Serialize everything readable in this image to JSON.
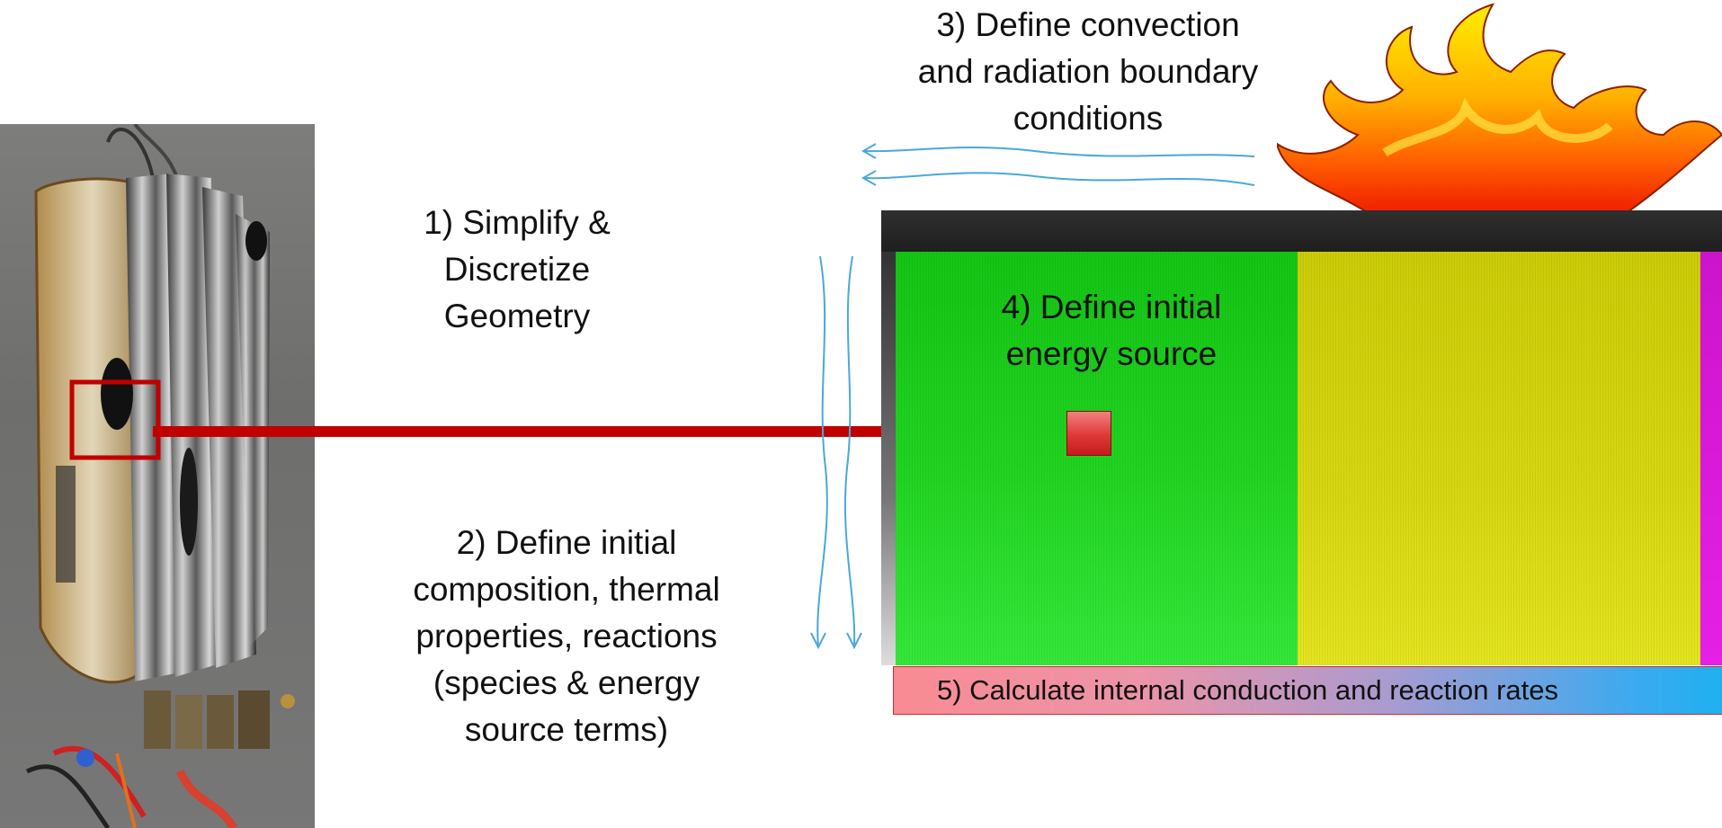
{
  "steps": {
    "step1": [
      "1) Simplify &",
      "Discretize",
      "Geometry"
    ],
    "step2": [
      "2) Define initial",
      "composition, thermal",
      "properties, reactions",
      "(species & energy",
      "source terms)"
    ],
    "step3": [
      "3) Define convection",
      "and radiation boundary",
      "conditions"
    ],
    "step4": [
      "4) Define initial",
      "energy source"
    ],
    "step5": "5) Calculate internal conduction and reaction rates"
  },
  "colors": {
    "arrow": "#c00000",
    "flow_lines": "#4aa8d8",
    "zone_green": "#22d422",
    "zone_yellow": "#d8d812",
    "zone_magenta": "#e020e0",
    "calc_bar_start": "#f98b93",
    "calc_bar_end": "#20b0f0"
  },
  "icons": [
    "battery-photo",
    "flame-icon",
    "convection-arrows",
    "conduction-arrows",
    "energy-source-square",
    "pointer-arrow"
  ]
}
